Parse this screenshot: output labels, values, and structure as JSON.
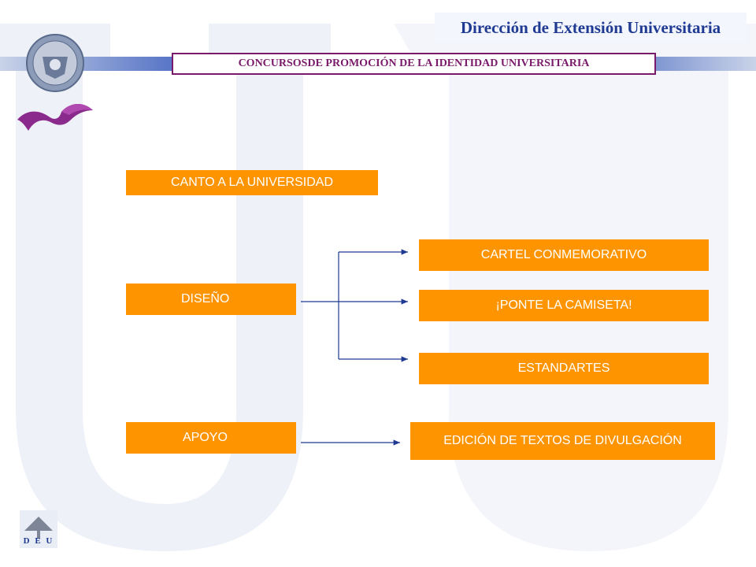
{
  "header": {
    "title": "Dirección de Extensión Universitaria",
    "subtitle": "CONCURSOSDE PROMOCIÓN DE LA IDENTIDAD UNIVERSITARIA"
  },
  "diagram": {
    "nodes": {
      "canto": "CANTO A LA UNIVERSIDAD",
      "diseno": "DISEÑO",
      "apoyo": "APOYO",
      "cartel": "CARTEL CONMEMORATIVO",
      "camiseta": "¡PONTE LA CAMISETA!",
      "estandartes": "ESTANDARTES",
      "edicion": "EDICIÓN DE TEXTOS DE DIVULGACIÓN"
    },
    "edges": [
      {
        "from": "diseno",
        "to": "cartel"
      },
      {
        "from": "diseno",
        "to": "camiseta"
      },
      {
        "from": "diseno",
        "to": "estandartes"
      },
      {
        "from": "apoyo",
        "to": "edicion"
      }
    ]
  },
  "nav": {
    "home_label": "D E U"
  },
  "colors": {
    "box": "#fd9400",
    "accent": "#1f3a93",
    "subtitle": "#7a1a6a",
    "line": "#1f3a93"
  }
}
